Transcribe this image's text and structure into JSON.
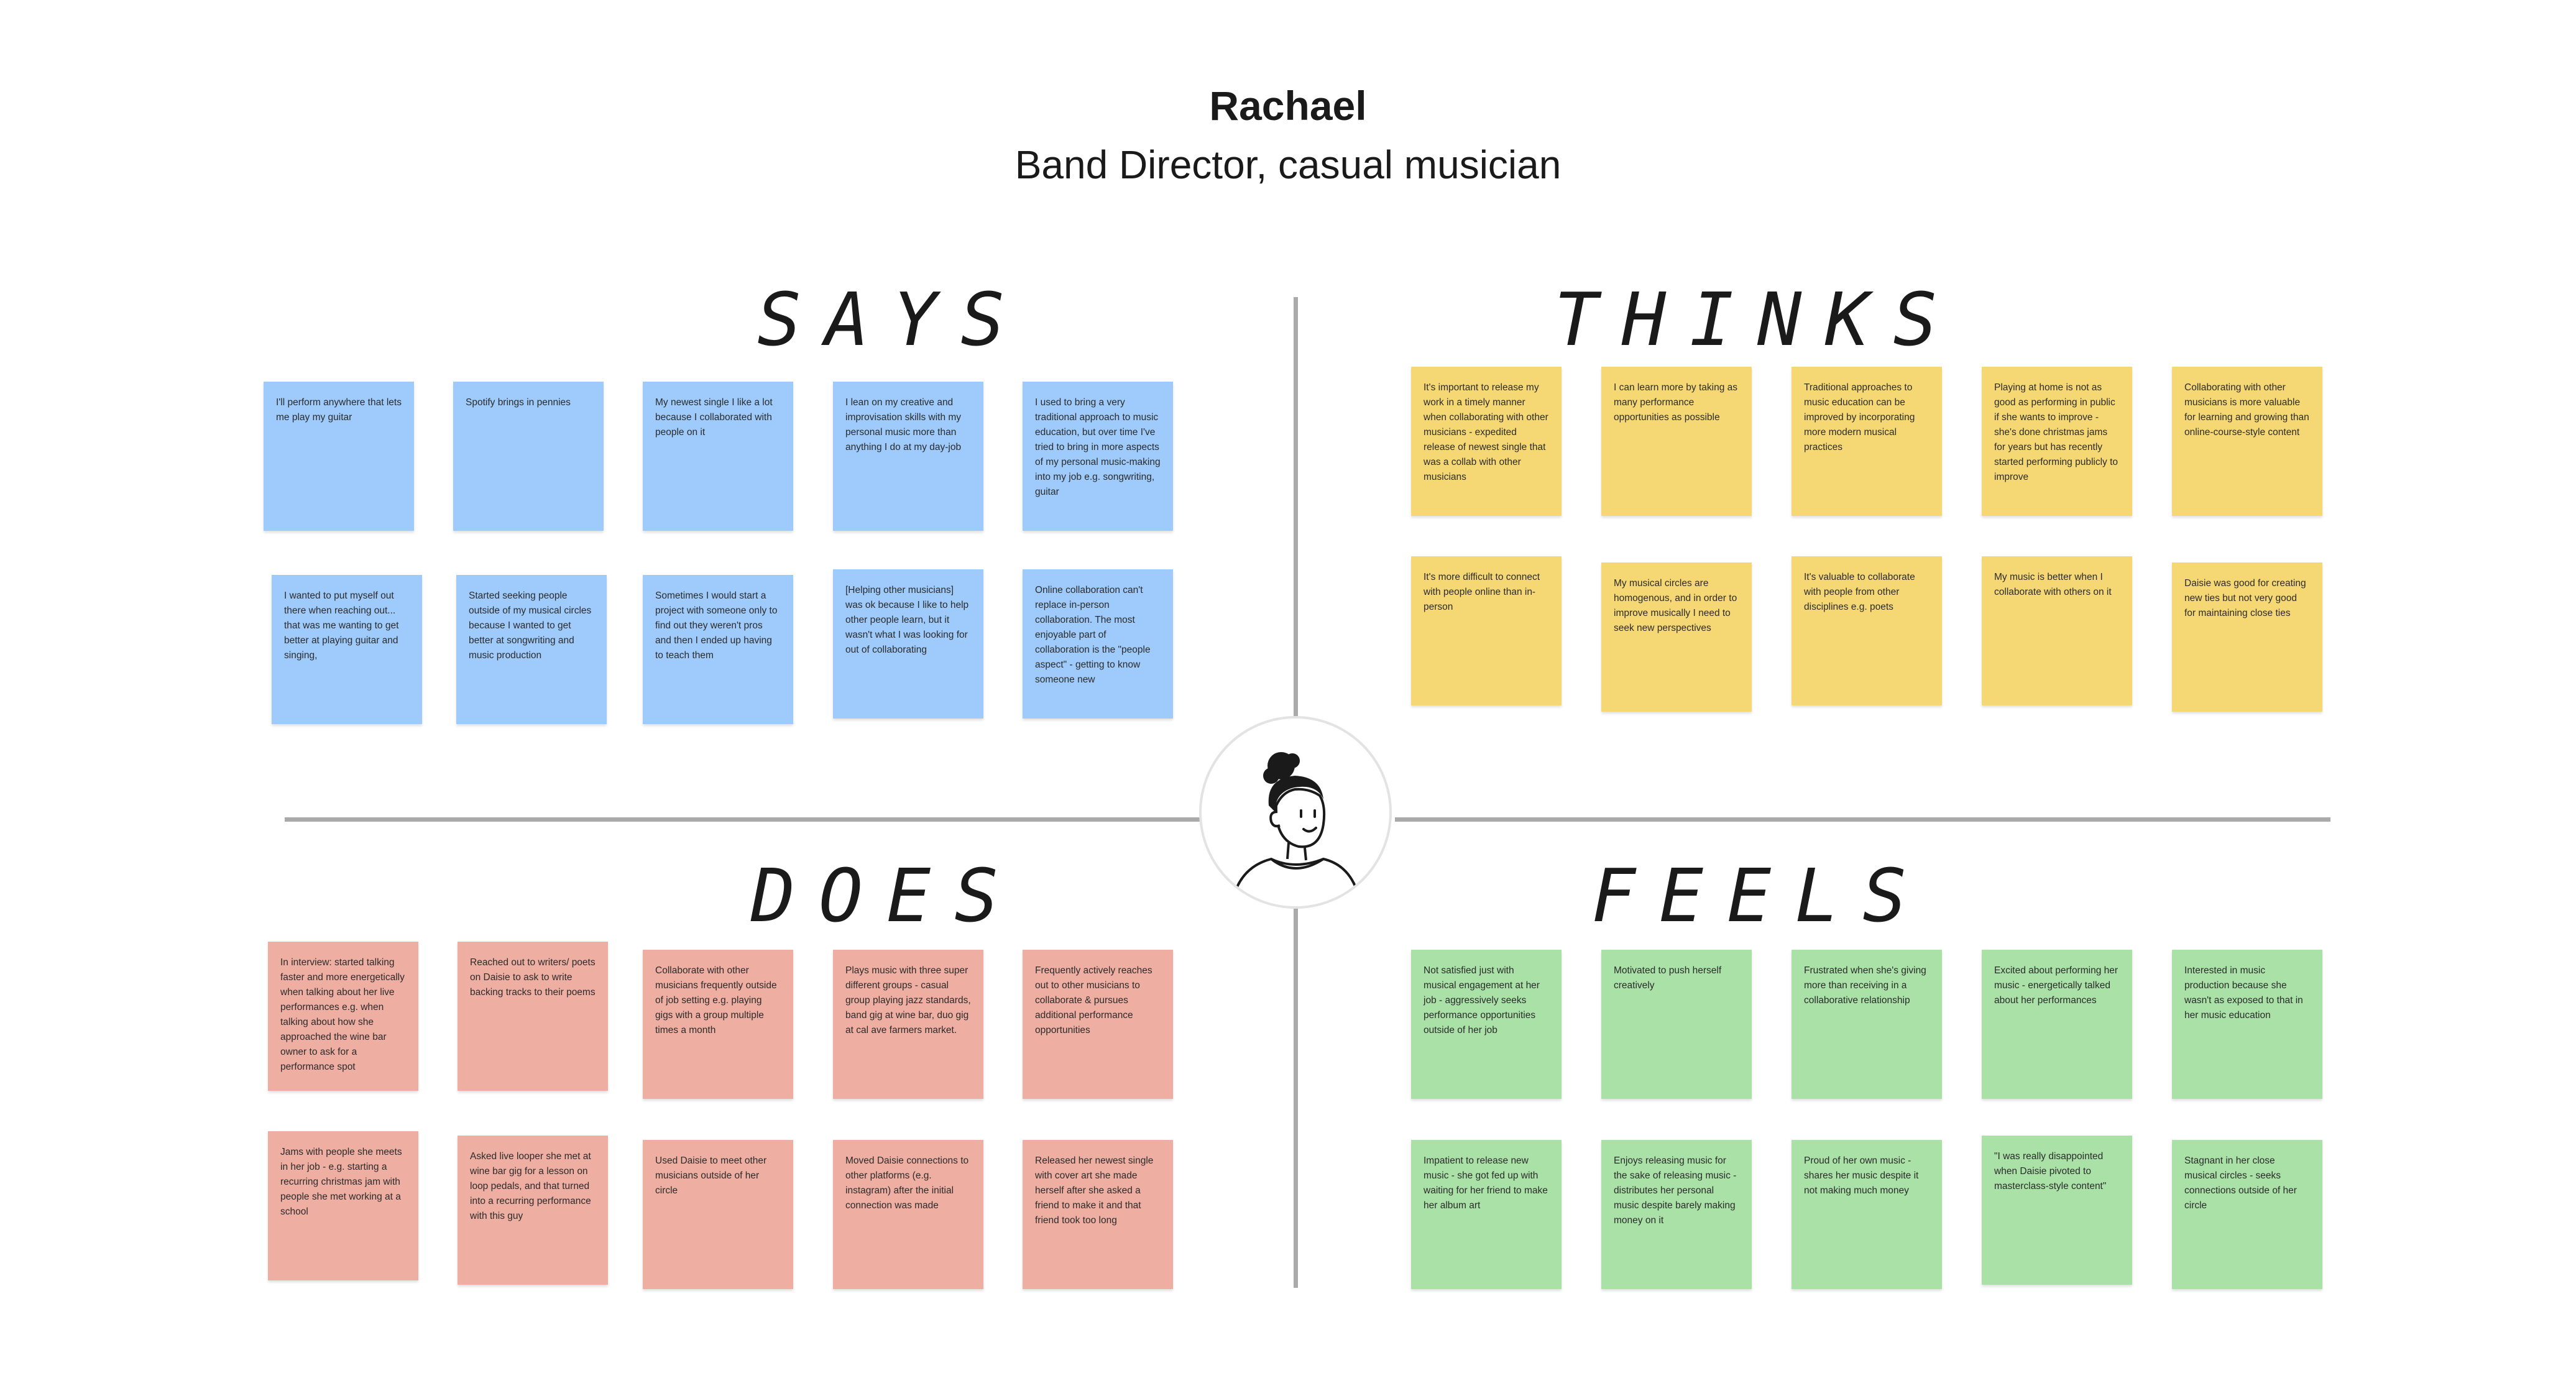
{
  "persona": {
    "name": "Rachael",
    "role": "Band Director,  casual musician"
  },
  "quadrants": {
    "says": "SAYS",
    "thinks": "THINKS",
    "does": "DOES",
    "feels": "FEELS"
  },
  "colors": {
    "says": "#9ecbfb",
    "thinks": "#f5d873",
    "does": "#eeaea2",
    "feels": "#a9e1a7",
    "axis": "#aaaaaa"
  },
  "says": [
    "I'll perform anywhere that lets me play my guitar",
    "Spotify brings in pennies",
    "My newest single I like a lot because I collaborated with people on it",
    "I lean on my creative and improvisation skills with my personal music more than anything I do at my day-job",
    "I used to bring a very traditional approach to music education, but over time I've tried to bring in more aspects of my personal music-making into my job e.g. songwriting, guitar",
    "I wanted to put myself out there when reaching out... that was me wanting to get better at playing guitar and singing,",
    "Started seeking people outside of my musical circles because I wanted to get better at songwriting and music production",
    "Sometimes I would start a project with someone only to find out they weren't pros and then I ended up having to teach them",
    "[Helping other musicians] was ok because I like to help other people learn, but it wasn't what I was looking for out of collaborating",
    "Online collaboration can't replace in-person collaboration. The most enjoyable part of collaboration is the \"people aspect\" - getting to know someone new"
  ],
  "thinks": [
    "It's important to release my work in a timely manner when collaborating with other musicians - expedited release of newest single that was a collab with other musicians",
    "I can learn more by taking as many performance opportunities as possible",
    "Traditional approaches to music education can be improved by incorporating more modern musical practices",
    "Playing at home is not as good as performing in public if she wants to improve - she's done christmas jams for years but has recently started performing publicly to improve",
    "Collaborating with other musicians is more valuable for learning and growing than online-course-style content",
    "It's more difficult to connect with people online than in-person",
    "My musical circles are homogenous, and in order to improve musically I need to seek new perspectives",
    "It's valuable to collaborate with people from other disciplines e.g. poets",
    "My music is better when I collaborate with others on it",
    "Daisie was good for creating new ties but not very good for maintaining close ties"
  ],
  "does": [
    "In interview: started talking faster and more energetically when talking about her live performances e.g. when talking about how she approached the wine bar owner to ask for a performance spot",
    "Reached out to writers/ poets on Daisie to ask to write backing tracks to their poems",
    "Collaborate with other musicians frequently outside of job setting e.g. playing gigs with a group multiple times a month",
    "Plays music with three super different groups - casual group playing jazz standards, band gig at wine bar, duo gig at cal ave farmers market.",
    "Frequently actively reaches out to other musicians to collaborate & pursues additional performance opportunities",
    "Jams with people she meets in her job - e.g. starting a recurring christmas jam with people she met working at a school",
    "Asked live looper she met at wine bar gig for a lesson on loop pedals, and that turned into a recurring performance with this guy",
    "Used Daisie to meet other musicians outside of her circle",
    "Moved Daisie connections to other platforms (e.g. instagram) after the initial connection was made",
    "Released her newest single with cover art she made herself after she asked a friend to make it and that friend took too long"
  ],
  "feels": [
    "Not satisfied just with musical engagement at her job - aggressively seeks performance opportunities outside of her job",
    "Motivated to push herself creatively",
    "Frustrated when she's giving more than receiving in a collaborative relationship",
    "Excited about performing her music - energetically talked about her performances",
    "Interested in music production because she wasn't as exposed to that in her music education",
    "Impatient to release new music - she got fed up with waiting for her friend to make her album art",
    "Enjoys releasing music for the sake of releasing music - distributes her personal music despite barely making money on it",
    "Proud of her own music - shares her music despite it not making much money",
    "\"I was really disappointed when Daisie pivoted to masterclass-style content\"",
    "Stagnant in her close musical circles - seeks connections outside of her circle"
  ]
}
